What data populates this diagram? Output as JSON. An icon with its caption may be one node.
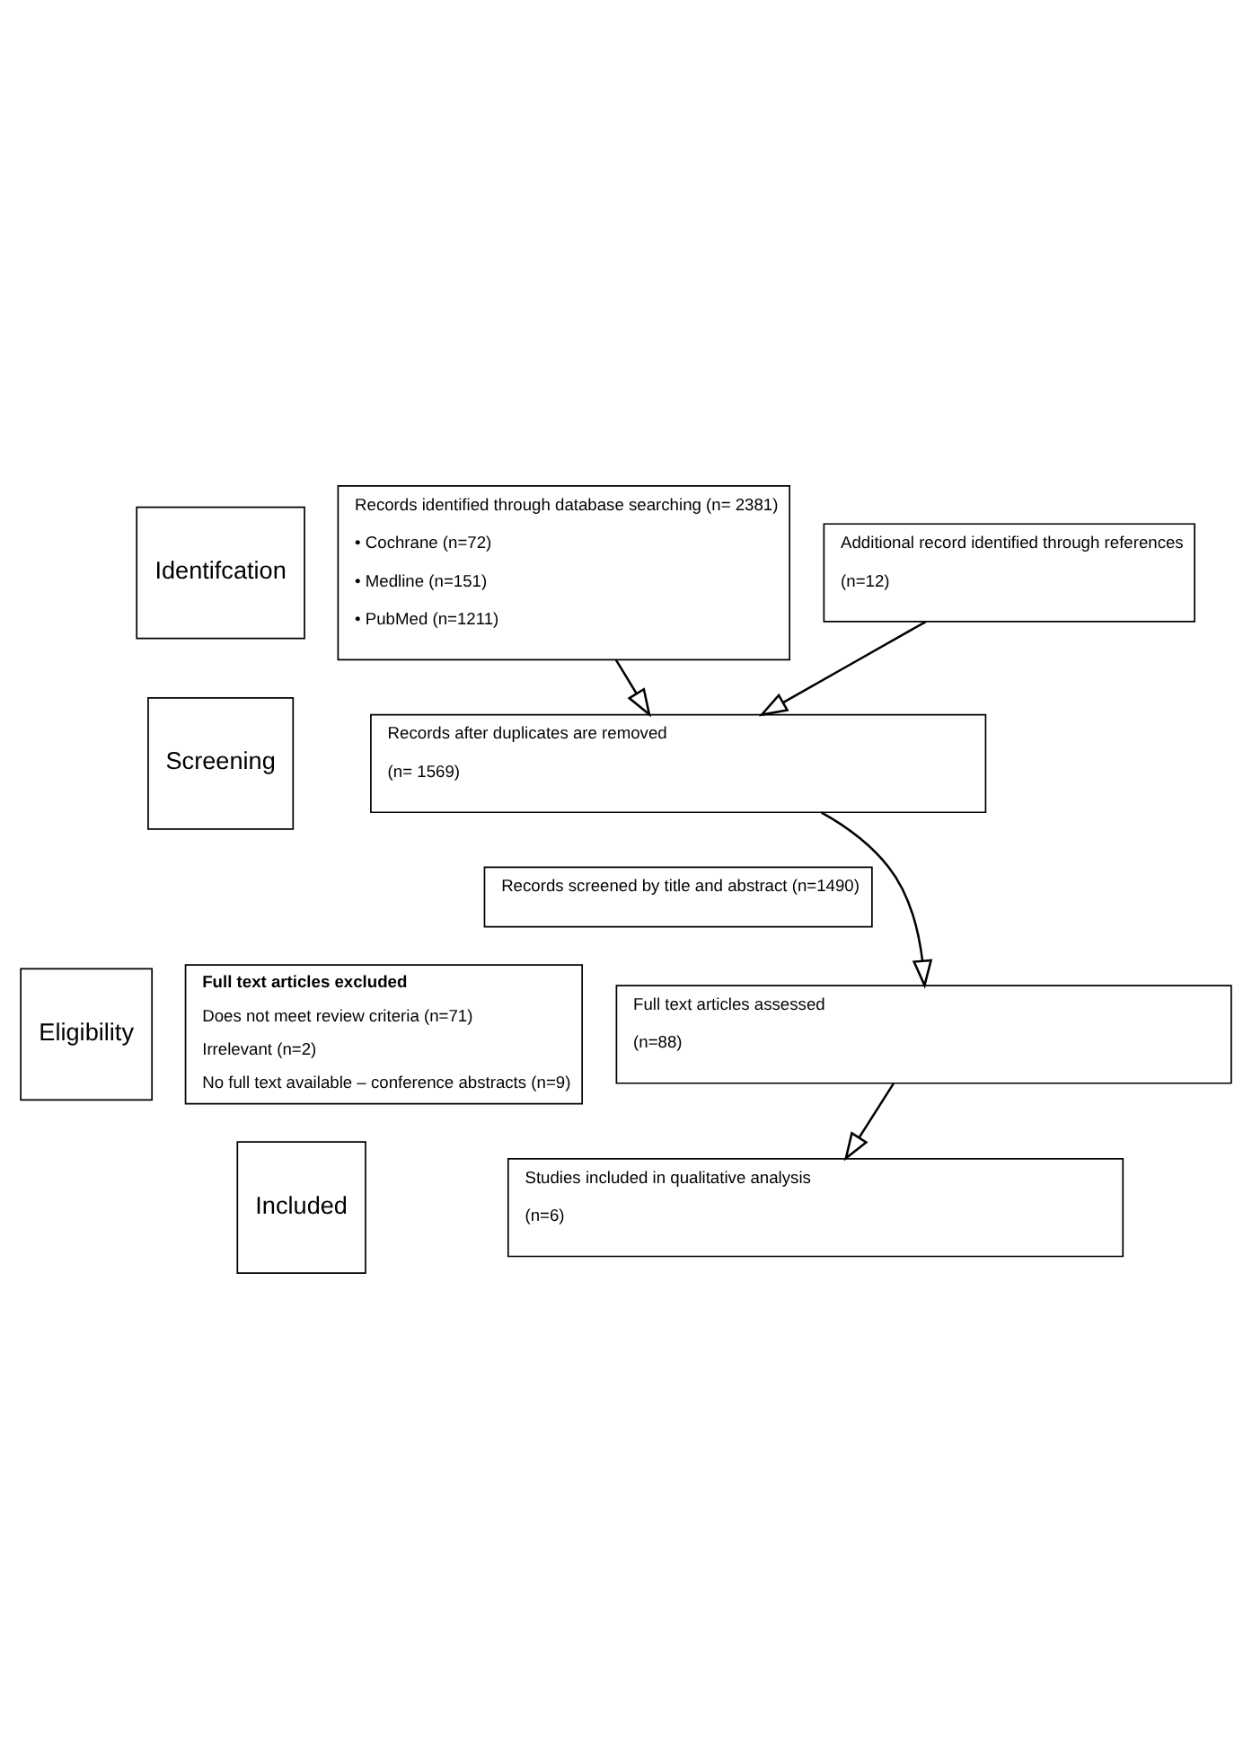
{
  "diagram": {
    "nodes": [
      {
        "text": [
          "Identifcation"
        ]
      },
      {
        "text": [
          "Records identified through database searching (n= 2381)",
          "• Cochrane (n=72)",
          "• Medline (n=151)",
          "• PubMed (n=1211)"
        ]
      },
      {
        "text": [
          "Additional record identified through references",
          "(n=12)"
        ]
      },
      {
        "text": [
          "Screening"
        ]
      },
      {
        "text": [
          "Records after duplicates are removed",
          "(n= 1569)"
        ]
      },
      {
        "text": [
          "Records screened by title and abstract (n=1490)"
        ]
      },
      {
        "text": [
          "Full text articles assessed",
          "(n=88)"
        ]
      },
      {
        "text": [
          "Eligibility"
        ]
      },
      {
        "text": [
          "Full text articles excluded",
          "Does not meet review criteria (n=71)",
          "Irrelevant (n=2)",
          "No full text available – conference abstracts (n=9)"
        ]
      },
      {
        "text": [
          "Included"
        ]
      },
      {
        "text": [
          "Studies included in qualitative analysis",
          "(n=6)"
        ]
      }
    ],
    "edges": [
      {
        "from": 1,
        "to": 4,
        "arrow": "to"
      },
      {
        "from": 2,
        "to": 4,
        "arrow": "to"
      },
      {
        "from": 4,
        "to": 6,
        "arrow": "to"
      },
      {
        "from": 6,
        "to": 10,
        "arrow": "to"
      }
    ]
  }
}
